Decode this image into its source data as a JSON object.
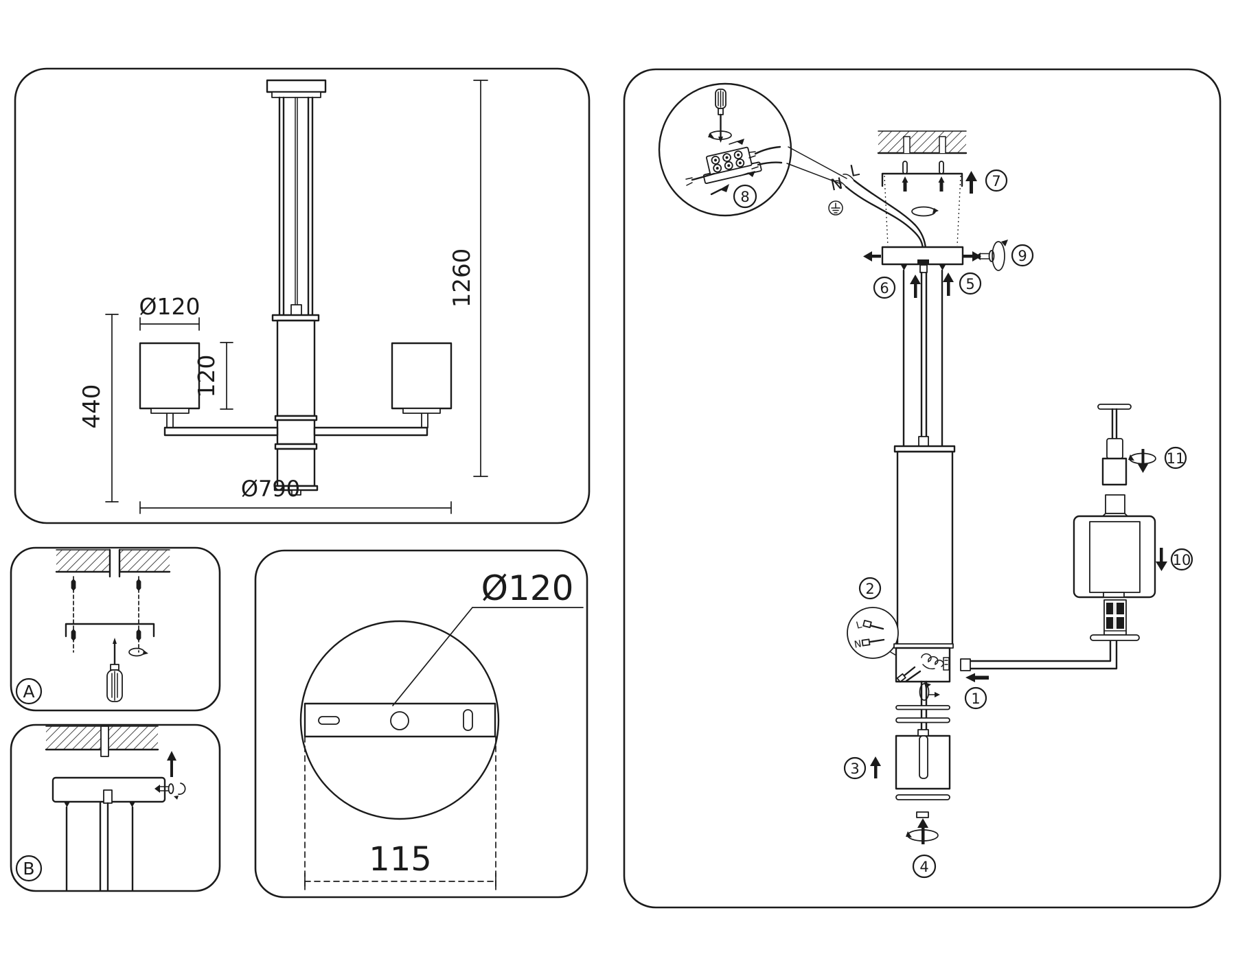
{
  "main_view": {
    "shade_diameter": "Ø120",
    "shade_height": "120",
    "drop_height": "440",
    "total_height": "1260",
    "fixture_diameter": "Ø790"
  },
  "plate_view": {
    "canopy_diameter": "Ø120",
    "mount_spacing": "115"
  },
  "panel_a": {
    "label": "A"
  },
  "panel_b": {
    "label": "B"
  },
  "assembly": {
    "wire_neutral": "N",
    "wire_live": "L",
    "steps": [
      "1",
      "2",
      "3",
      "4",
      "5",
      "6",
      "7",
      "8",
      "9",
      "10",
      "11"
    ]
  }
}
